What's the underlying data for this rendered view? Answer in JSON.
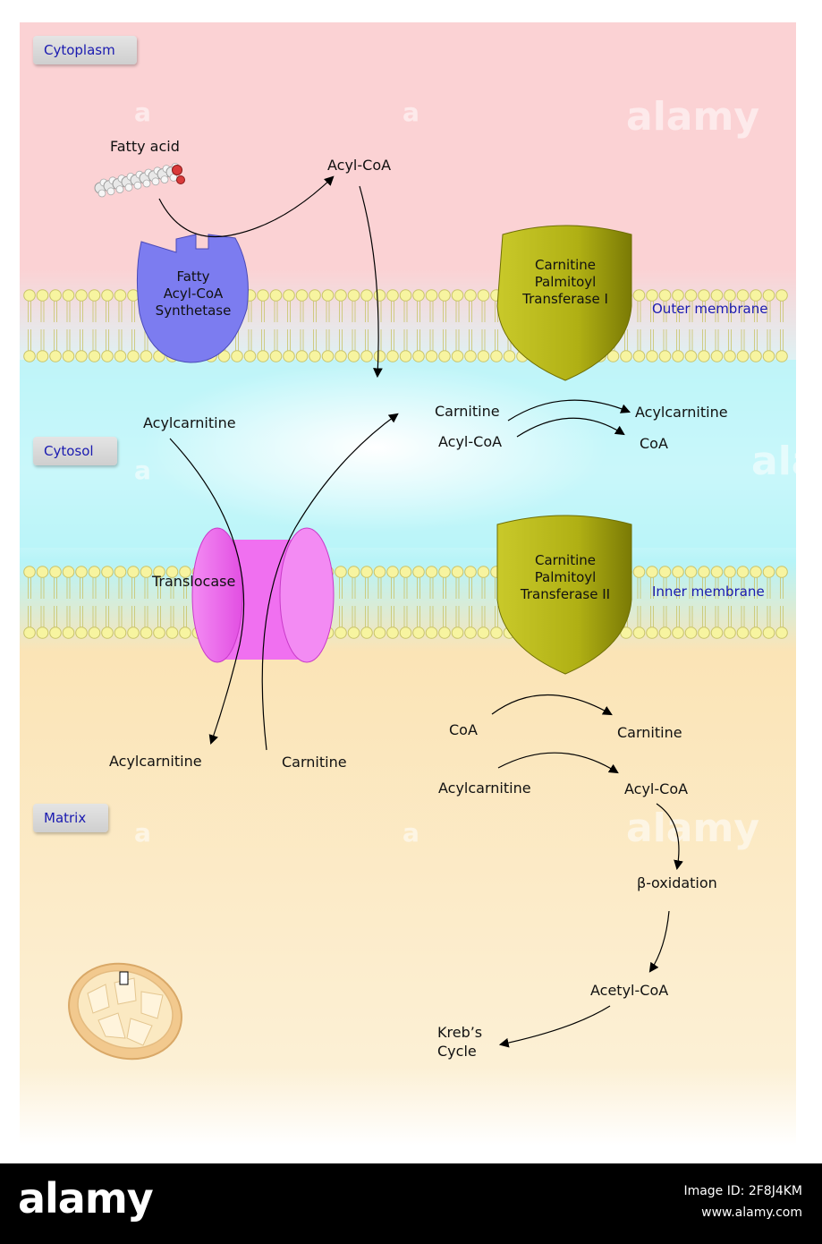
{
  "regions": {
    "cytoplasm": "Cytoplasm",
    "cytosol": "Cytosol",
    "matrix": "Matrix"
  },
  "membranes": {
    "outer": "Outer membrane",
    "inner": "Inner membrane"
  },
  "enzymes": {
    "synthetase": [
      "Fatty",
      "Acyl-CoA",
      "Synthetase"
    ],
    "cpt1": [
      "Carnitine",
      "Palmitoyl",
      "Transferase I"
    ],
    "cpt2": [
      "Carnitine",
      "Palmitoyl",
      "Transferase II"
    ],
    "translocase": "Translocase"
  },
  "molecules": {
    "fatty_acid": "Fatty acid",
    "acyl_coa_top": "Acyl-CoA",
    "cpt1_carnitine": "Carnitine",
    "cpt1_acyl_coa": "Acyl-CoA",
    "cpt1_acylcarnitine": "Acylcarnitine",
    "cpt1_coa": "CoA",
    "cytosol_acylcarnitine": "Acylcarnitine",
    "matrix_acylcarnitine": "Acylcarnitine",
    "matrix_carnitine": "Carnitine",
    "cpt2_coa": "CoA",
    "cpt2_carnitine": "Carnitine",
    "cpt2_acylcarnitine": "Acylcarnitine",
    "cpt2_acyl_coa": "Acyl-CoA",
    "beta_oxidation": "β-oxidation",
    "acetyl_coa": "Acetyl-CoA",
    "krebs": [
      "Kreb’s",
      "Cycle"
    ]
  },
  "watermark": "alamy",
  "footer": {
    "logo": "alamy",
    "image_id": "Image ID: 2F8J4KM",
    "url": "www.alamy.com"
  },
  "colors": {
    "cytoplasm_bg": "#fbd2d4",
    "cytosol_bg": "#b7f4f8",
    "matrix_bg": "#fbe6b8",
    "lipid_head": "#f7f4a0",
    "synthetase": "#7c7cf0",
    "cpt": "#b5b51c",
    "translocase": "#f05cf0"
  }
}
